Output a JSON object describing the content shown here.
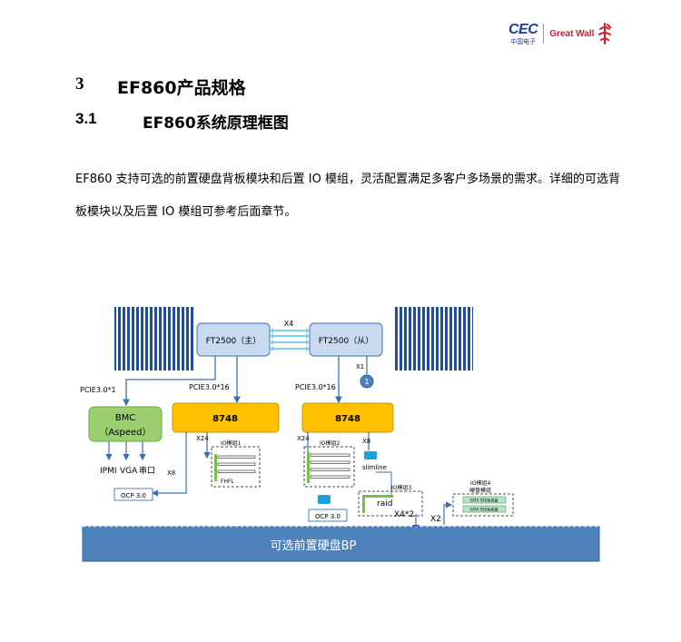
{
  "logo": {
    "cec": "CEC",
    "cec_sub": "中国电子",
    "greatwall": "Great Wall"
  },
  "heading1": {
    "number": "3",
    "title": "EF860产品规格"
  },
  "heading2": {
    "number": "3.1",
    "title": "EF860系统原理框图"
  },
  "paragraph": "EF860 支持可选的前置硬盘背板模块和后置 IO 模组，灵活配置满足多客户多场景的需求。详细的可选背板模块以及后置 IO 模组可参考后面章节。",
  "diagram": {
    "cpu_main": "FT2500（主）",
    "cpu_slave": "FT2500（从）",
    "x4": "X4",
    "x1": "X1",
    "badge": "1",
    "pcie_bmc": "PCIE3.0*1",
    "pcie_left": "PCIE3.0*16",
    "pcie_right": "PCIE3.0*16",
    "switch_left": "8748",
    "switch_right": "8748",
    "bmc_title": "BMC",
    "bmc_sub": "（Aspeed）",
    "ipmi": "IPMI",
    "vga": "VGA",
    "serial": "串口",
    "x8_left": "X8",
    "ocp_left": "OCP 3.0",
    "x24_left": "X24",
    "io1": "IO模组1",
    "fhfl": "FHFL",
    "x24_right": "X24",
    "io2": "IO模组2",
    "x8_right": "X8",
    "slimline": "slimline",
    "io3": "IO模组3",
    "raid": "raid",
    "ocp_right": "OCP 3.0",
    "x4x2": "X4*2",
    "x2": "X2",
    "io4": "IO模组4",
    "io4_sub": "硬盘模组",
    "ssd1": "SATA SSD系统盘",
    "ssd2": "SATA SSD系统盘",
    "bp": "可选前置硬盘BP"
  }
}
